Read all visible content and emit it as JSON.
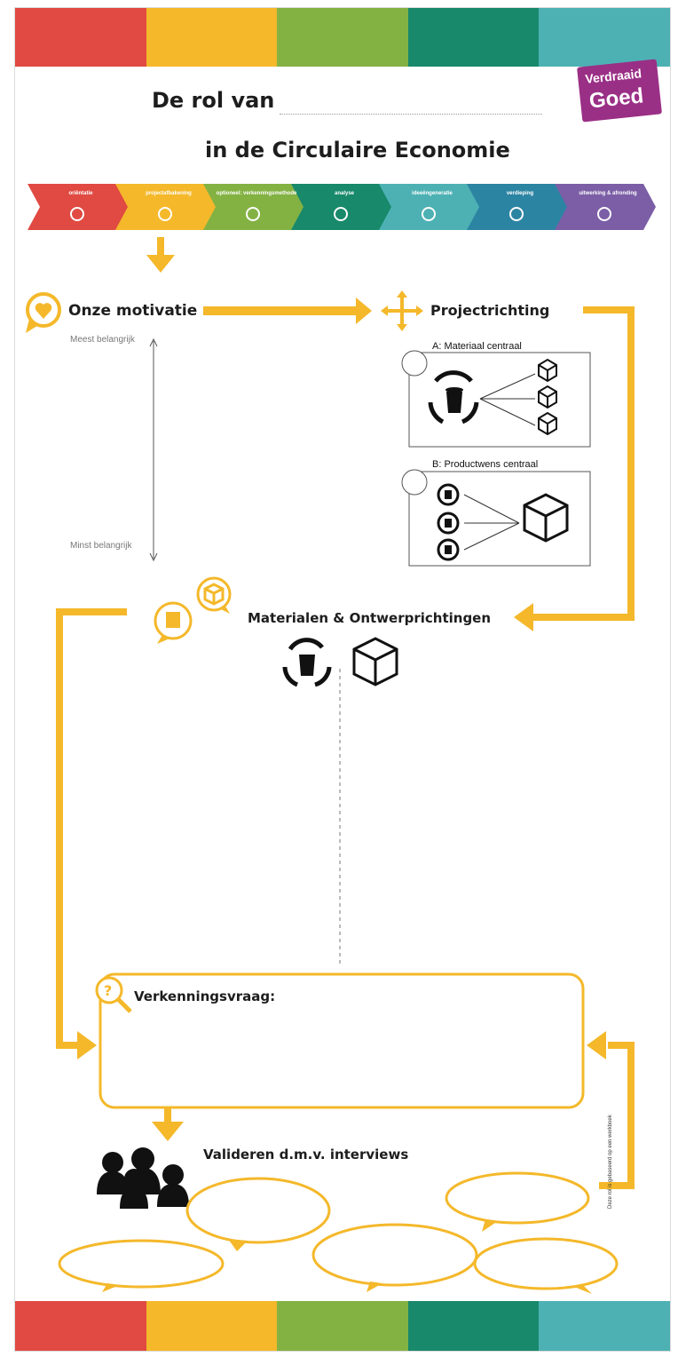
{
  "colors": {
    "red": "#e04a42",
    "yellow": "#f4b82a",
    "green": "#83b243",
    "teal": "#18896b",
    "aqua": "#4db1b4",
    "blue": "#2c84a3",
    "purple": "#7b5ea6",
    "arrow": "#f4b82a",
    "logo": "#9a2f86"
  },
  "header": {
    "title_line1": "De rol van",
    "title_line2": "in de Circulaire Economie",
    "logo_top": "Verdraaid",
    "logo_bottom": "Goed"
  },
  "process_steps": [
    {
      "label": "oriëntatie",
      "color": "#e04a42",
      "icon": "move-icon"
    },
    {
      "label": "projectafbakening",
      "color": "#f4b82a",
      "icon": "heart-icon"
    },
    {
      "label": "optioneel: verkenningsmethode",
      "color": "#83b243",
      "icon": "magnifier-icon"
    },
    {
      "label": "analyse",
      "color": "#18896b",
      "icon": "recycle-icon"
    },
    {
      "label": "ideeëngeneratie",
      "color": "#4db1b4",
      "icon": "bulb-icon"
    },
    {
      "label": "verdieping",
      "color": "#2c84a3",
      "icon": "document-icon"
    },
    {
      "label": "uitwerking & afronding",
      "color": "#7b5ea6",
      "icon": "book-icon"
    }
  ],
  "motivation": {
    "title": "Onze motivatie",
    "top_label": "Meest belangrijk",
    "bottom_label": "Minst belangrijk"
  },
  "direction": {
    "title": "Projectrichting",
    "option_a": "A: Materiaal centraal",
    "option_b": "B: Productwens centraal"
  },
  "materials": {
    "title": "Materialen & Ontwerprichtingen"
  },
  "question": {
    "title": "Verkenningsvraag:"
  },
  "validate": {
    "title": "Valideren d.m.v. interviews"
  },
  "footnote": "Deze rol is gebaseerd op een werkboek"
}
